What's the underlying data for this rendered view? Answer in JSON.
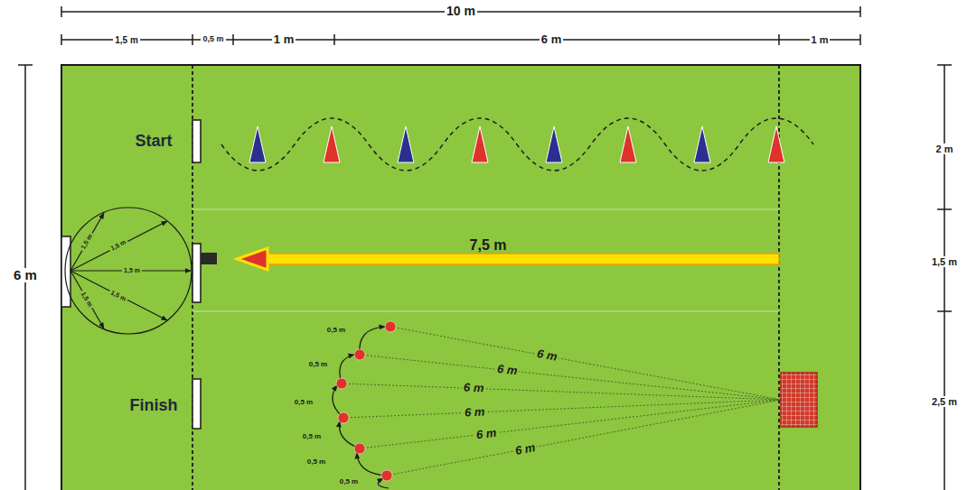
{
  "diagram": {
    "labels": [
      "10 m",
      "1,5 m",
      "0,5 m",
      "1 m",
      "6 m",
      "1 m",
      "6 m",
      "Start",
      "2 m",
      "1,5 m",
      "1,5 m",
      "1,5 m",
      "1,5 m",
      "1,5 m",
      "7,5 m",
      "1,5 m",
      "Finish",
      "0,5 m",
      "0,5 m",
      "0,5 m",
      "0,5 m",
      "0,5 m",
      "0,5 m",
      "6 m",
      "6 m",
      "6 m",
      "6 m",
      "6 m",
      "6 m",
      "2,5 m"
    ]
  }
}
